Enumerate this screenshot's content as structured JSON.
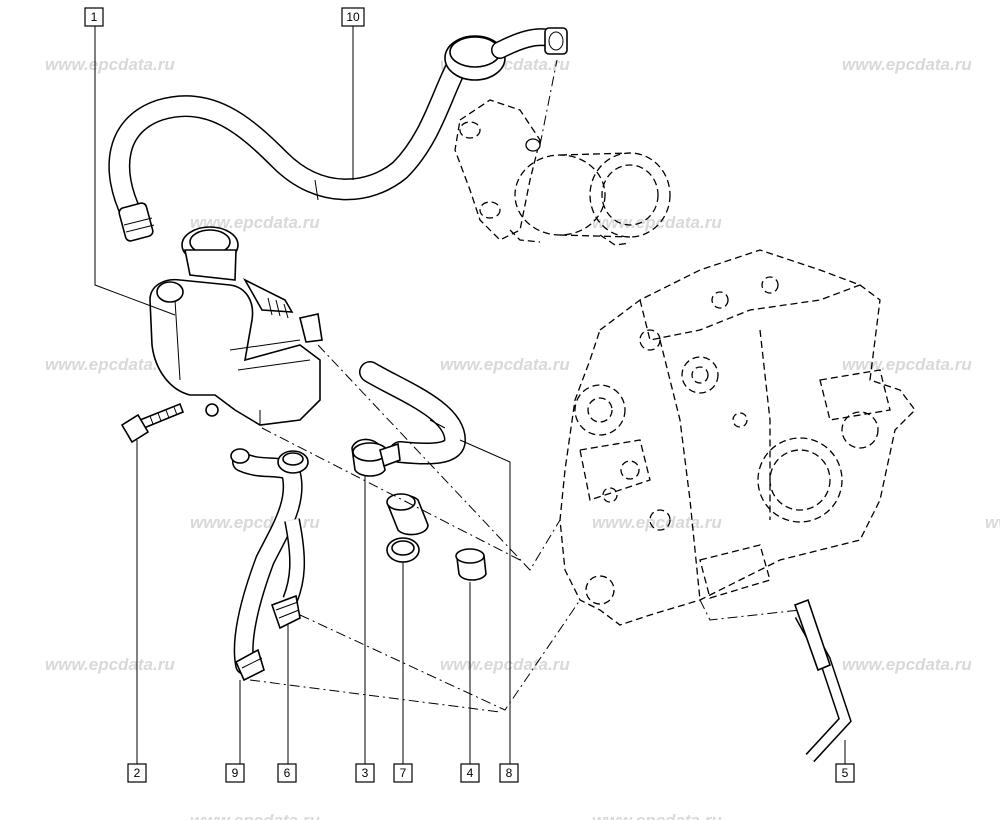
{
  "watermark": "www.epcdata.ru",
  "callouts": [
    {
      "id": "callout-1",
      "label": "1"
    },
    {
      "id": "callout-2",
      "label": "2"
    },
    {
      "id": "callout-3",
      "label": "3"
    },
    {
      "id": "callout-4",
      "label": "4"
    },
    {
      "id": "callout-5",
      "label": "5"
    },
    {
      "id": "callout-6",
      "label": "6"
    },
    {
      "id": "callout-7",
      "label": "7"
    },
    {
      "id": "callout-8",
      "label": "8"
    },
    {
      "id": "callout-9",
      "label": "9"
    },
    {
      "id": "callout-10",
      "label": "10"
    }
  ]
}
